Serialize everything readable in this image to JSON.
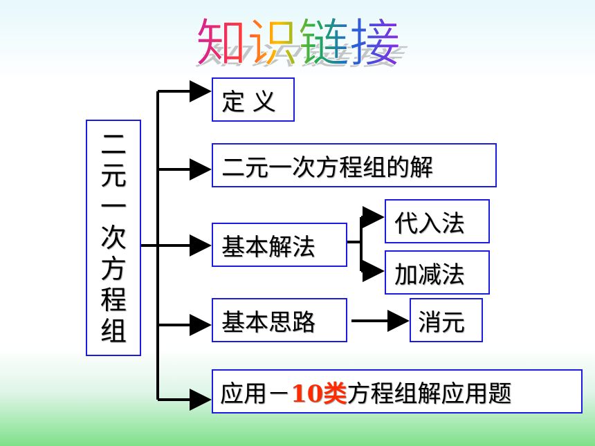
{
  "title": "知识链接",
  "root": {
    "chars": [
      "二",
      "元",
      "一",
      "次",
      "方",
      "程",
      "组"
    ]
  },
  "branches": {
    "definition": "定 义",
    "solution": "二元一次方程组的解",
    "basic_method": "基本解法",
    "substitution": "代入法",
    "elimination_add": "加减法",
    "basic_idea": "基本思路",
    "eliminate": "消元",
    "application_prefix": "应用－",
    "application_highlight": "10类",
    "application_suffix": "方程组解应用题"
  },
  "colors": {
    "border": "#1a1ae0",
    "highlight": "#ff2a00"
  }
}
